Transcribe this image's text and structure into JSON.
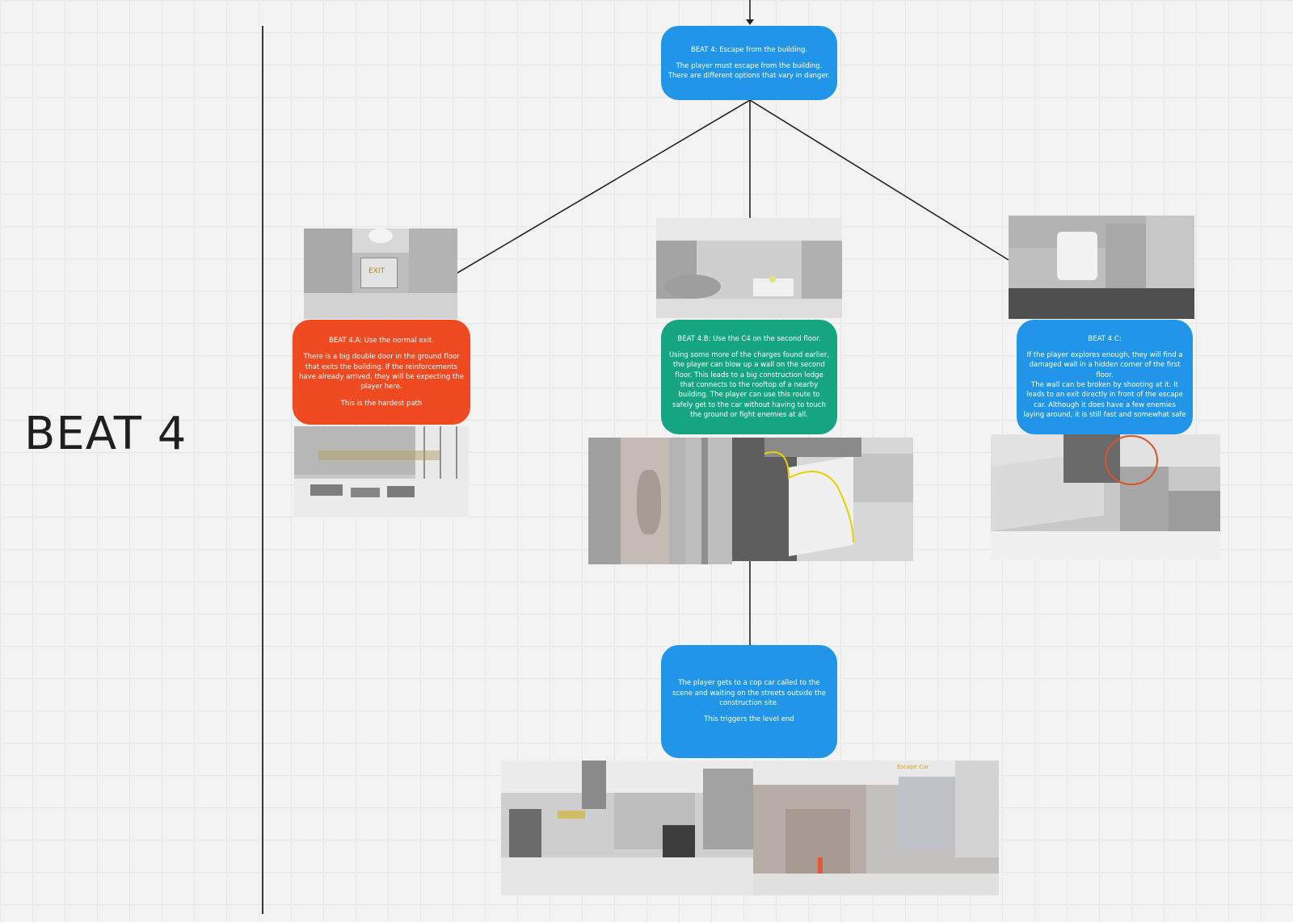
{
  "lane": {
    "label": "BEAT 4"
  },
  "nodes": {
    "beat4": {
      "title": "BEAT 4: Escape from the building.",
      "body": "The player must escape from the building.\nThere are different options that vary in danger."
    },
    "beat4a": {
      "title": "BEAT 4.A: Use the normal exit.",
      "body": "There is a big double door in the ground floor that exits the building. If the reinforcements have already arrived, they will be expecting the player here.",
      "note": "This is the hardest path"
    },
    "beat4b": {
      "title": "BEAT 4.B: Use the C4 on the second floor.",
      "body": "Using some more of the charges found earlier, the player can blow up a wall on the second floor. This leads to a big construction ledge that connects to the rooftop of a nearby building. The player can use this route to safely get to the car without having to touch the ground or fight enemies at all."
    },
    "beat4c": {
      "title": "BEAT 4.C:",
      "body": "If the player explores enough, they will find a damaged wall in a hidden corner of the first floor.\nThe wall can be broken by shooting at it. It leads to an exit directly in front of the escape car. Although it does have a few enemies laying around, it is still fast and somewhat safe"
    },
    "ending": {
      "body": "The player gets to a cop car called to the scene and waiting on the streets outside the construction site.",
      "note": "This triggers the level end"
    }
  },
  "screenshots": {
    "exit_sign": "EXIT",
    "escape_car_label": "Escape Car"
  },
  "colors": {
    "blue": "#2196e8",
    "red": "#f04a22",
    "green": "#15a681",
    "connector": "#222222"
  }
}
